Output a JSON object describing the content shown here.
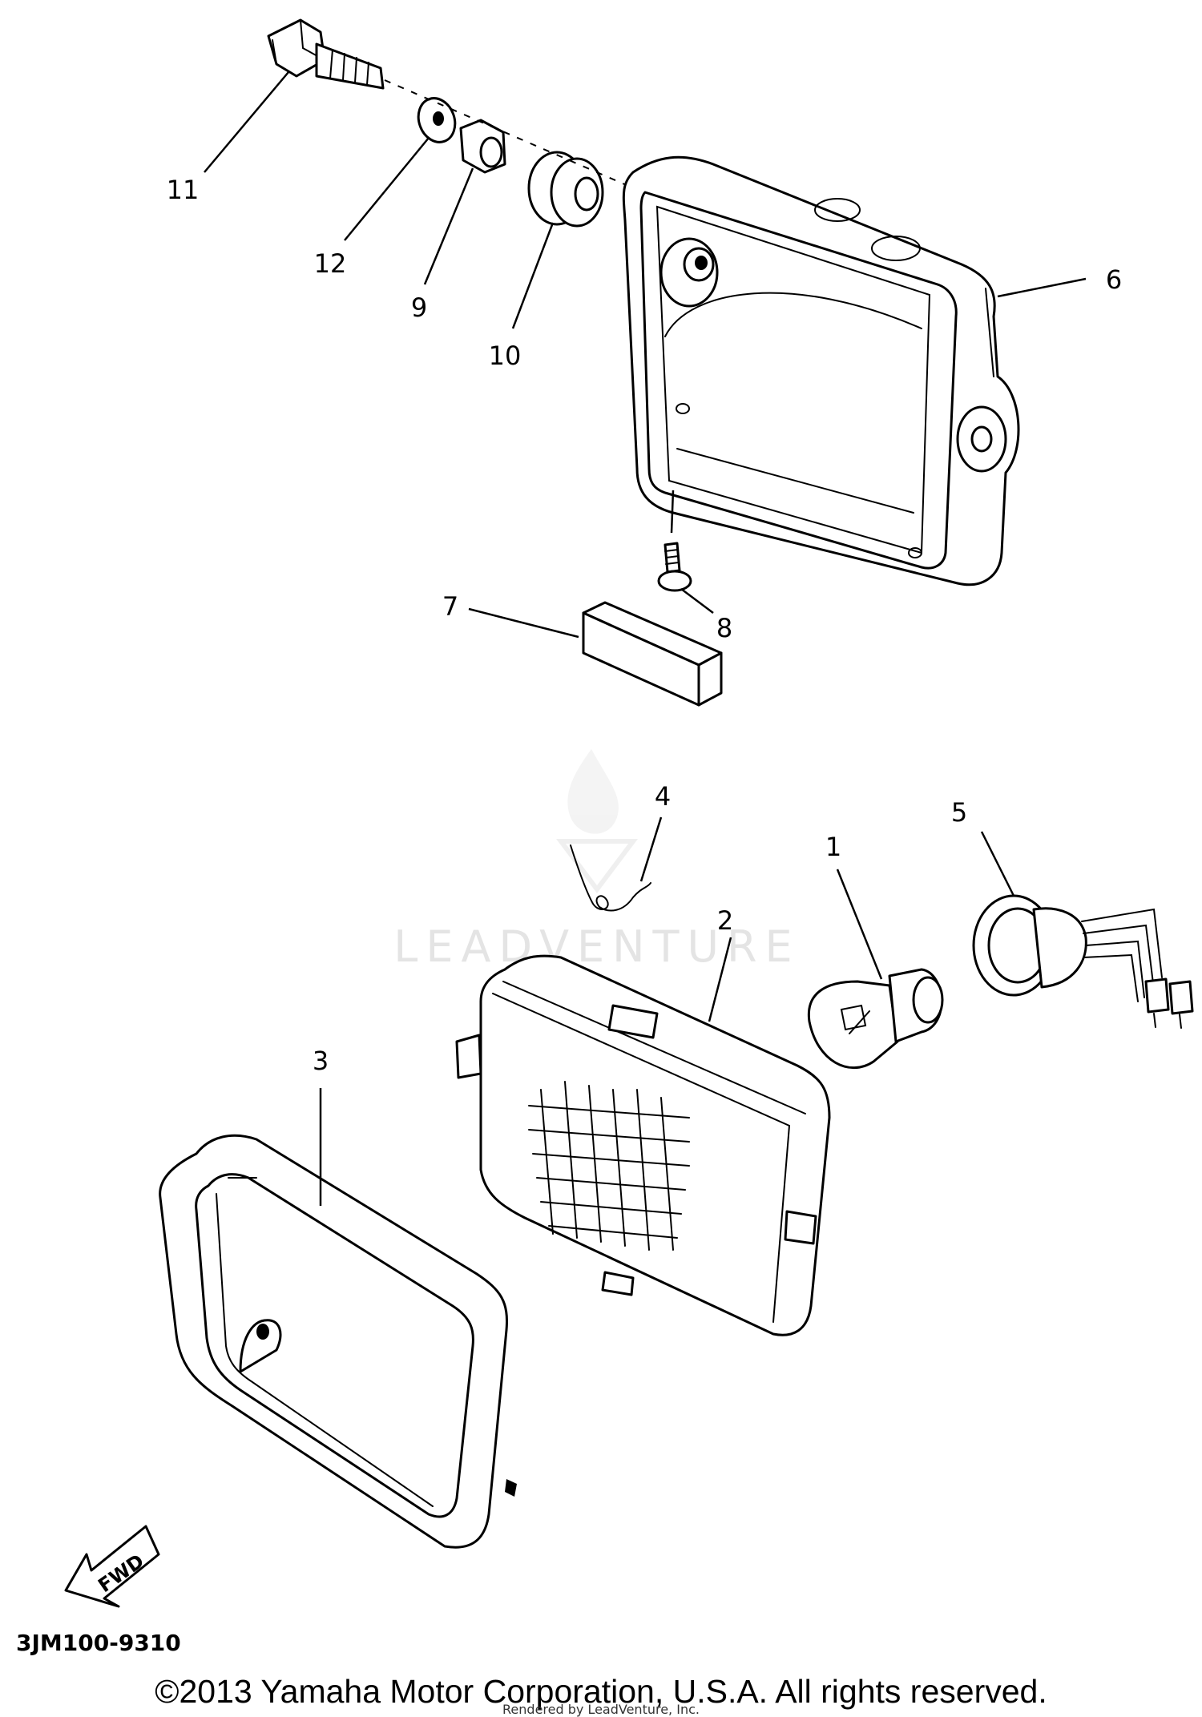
{
  "callouts": {
    "p1": "1",
    "p2": "2",
    "p3": "3",
    "p4": "4",
    "p5": "5",
    "p6": "6",
    "p7": "7",
    "p8": "8",
    "p9": "9",
    "p10": "10",
    "p11": "11",
    "p12": "12"
  },
  "fwd_label": "FWD",
  "diagram_code": "3JM100-9310",
  "watermark": "LEADVENTURE",
  "copyright": "©2013 Yamaha Motor Corporation, U.S.A. All rights reserved.",
  "rendered_by": "Rendered by LeadVenture, Inc."
}
